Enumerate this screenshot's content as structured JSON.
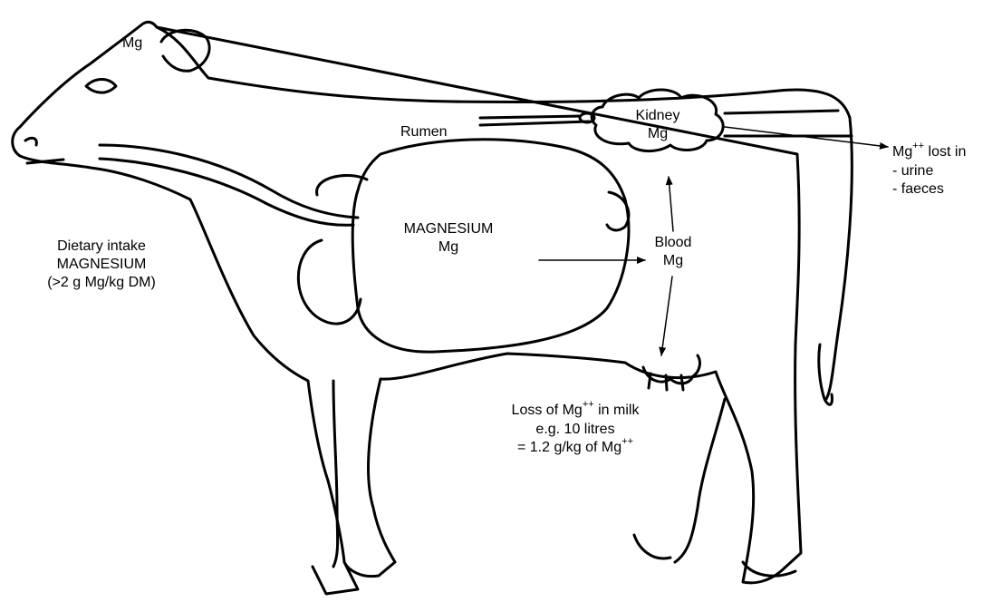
{
  "labels": {
    "head_mg": "Mg",
    "rumen": "Rumen",
    "kidney": {
      "line1": "Kidney",
      "line2": "Mg"
    },
    "rumen_content": {
      "line1": "MAGNESIUM",
      "line2": "Mg"
    },
    "blood": {
      "line1": "Blood",
      "line2": "Mg"
    },
    "intake": {
      "line1": "Dietary intake",
      "line2": "MAGNESIUM",
      "line3": "(>2 g Mg/kg DM)"
    },
    "lost": {
      "mg": "Mg",
      "charge": "++",
      "suffix": " lost in",
      "item1": "- urine",
      "item2": "- faeces"
    },
    "milk": {
      "line1_pre": "Loss of Mg",
      "line1_charge": "++",
      "line1_post": " in milk",
      "line2": "e.g. 10 litres",
      "line3_pre": "= 1.2 g/kg of Mg",
      "line3_charge": "++"
    }
  },
  "colors": {
    "stroke": "#000000",
    "background": "#ffffff"
  }
}
